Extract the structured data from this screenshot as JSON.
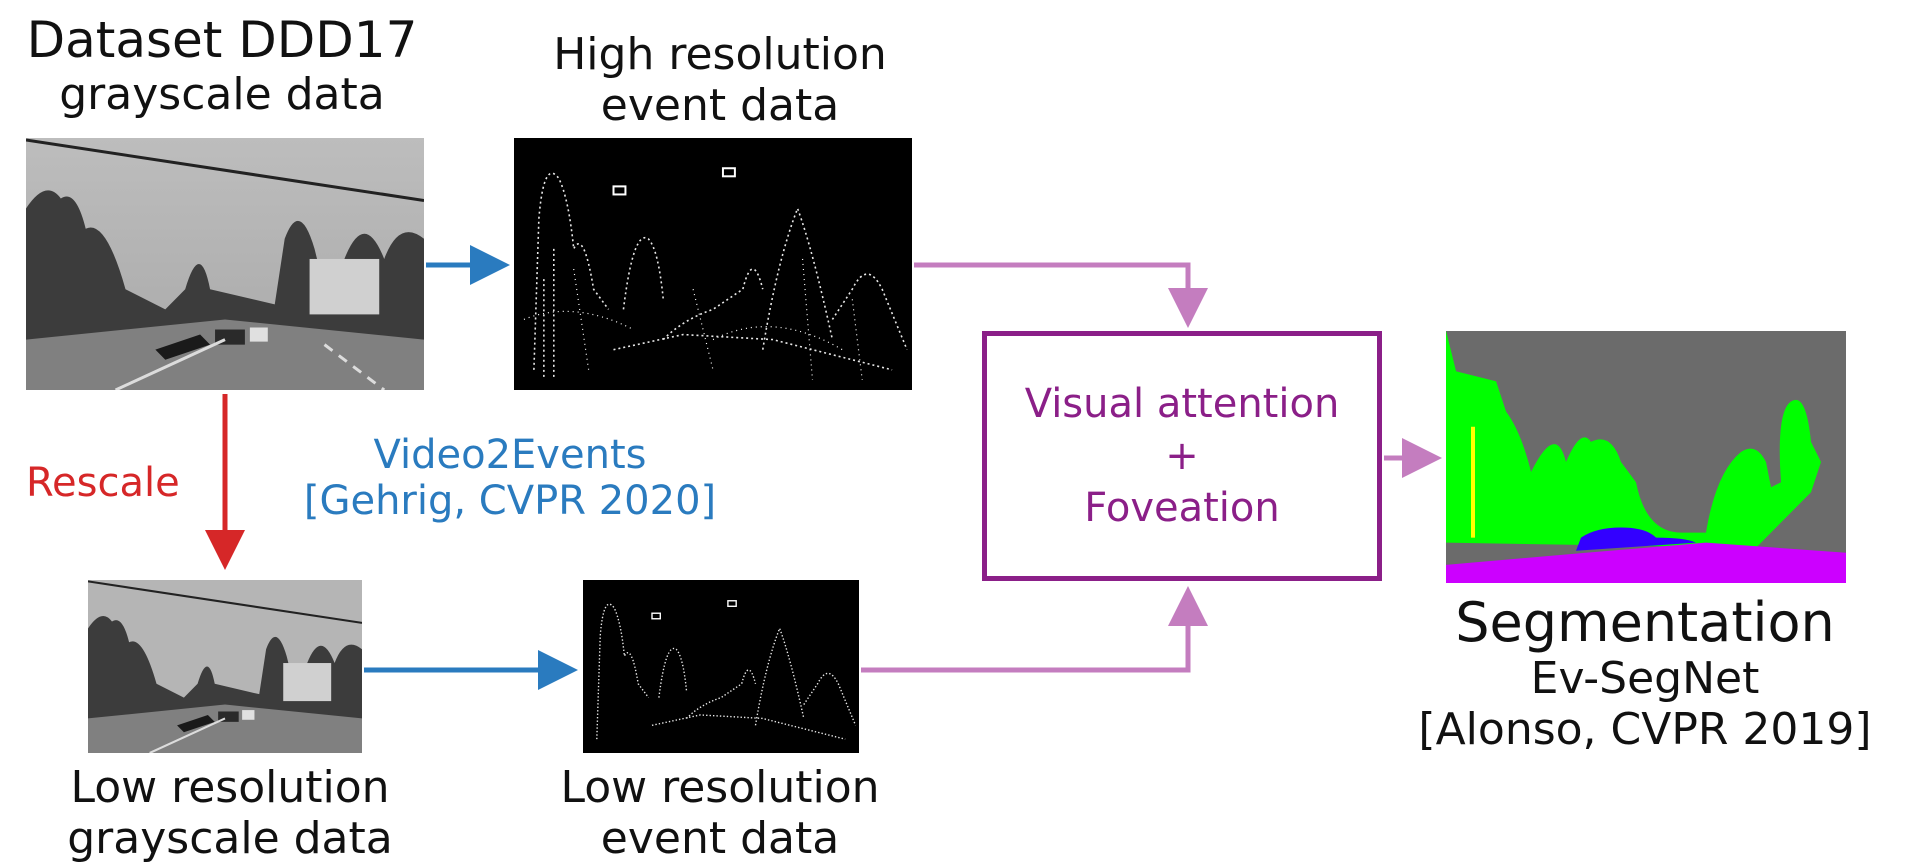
{
  "labels": {
    "dataset_line1": "Dataset DDD17",
    "dataset_line2": "grayscale data",
    "high_res_line1": "High resolution",
    "high_res_line2": "event data",
    "rescale": "Rescale",
    "video2events_line1": "Video2Events",
    "video2events_line2": "[Gehrig, CVPR 2020]",
    "low_gray_line1": "Low resolution",
    "low_gray_line2": "grayscale data",
    "low_event_line1": "Low resolution",
    "low_event_line2": "event data",
    "attention_line1": "Visual attention",
    "attention_plus": "+",
    "attention_line2": "Foveation",
    "seg_line1": "Segmentation",
    "seg_line2": "Ev-SegNet",
    "seg_line3": "[Alonso, CVPR 2019]"
  },
  "colors": {
    "text": "#111111",
    "rescale": "#d62728",
    "video2events": "#2a7bbf",
    "pink_arrow": "#c47dbf",
    "attention": "#8b1f88",
    "seg_sky": "#6b6b6b",
    "seg_vegetation": "#00ff00",
    "seg_road": "#cc00ff",
    "seg_car": "#3300ff",
    "seg_pole": "#ffff00"
  },
  "icons": {
    "dataset_image": "grayscale-road-photo",
    "high_res_events": "event-edge-map",
    "low_res_gray": "grayscale-road-photo",
    "low_res_events": "event-edge-map",
    "segmentation": "segmentation-mask"
  }
}
